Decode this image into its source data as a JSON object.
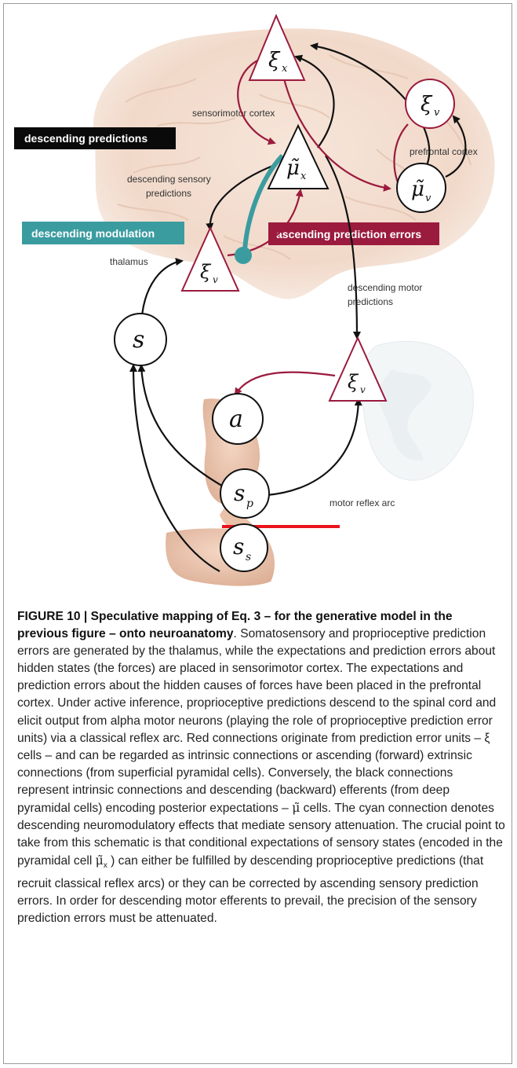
{
  "figure": {
    "boxes": {
      "descending_predictions": "descending predictions",
      "descending_modulation": "descending modulation",
      "ascending_prediction_errors": "ascending prediction errors"
    },
    "labels": {
      "sensorimotor_cortex": "sensorimotor cortex",
      "prefrontal_cortex": "prefrontal cortex",
      "descending_sensory_line1": "descending sensory",
      "descending_sensory_line2": "predictions",
      "thalamus": "thalamus",
      "descending_motor_line1": "descending motor",
      "descending_motor_line2": "predictions",
      "motor_reflex_arc": "motor reflex arc"
    },
    "nodes": {
      "xi_x": "ξ",
      "xi_x_sub": "x",
      "xi_v_prefrontal": "ξ",
      "xi_v_prefrontal_sub": "v",
      "mu_x": "μ̃",
      "mu_x_sub": "x",
      "mu_v": "μ̃",
      "mu_v_sub": "v",
      "xi_v_thalamus": "ξ",
      "xi_v_thalamus_sub": "v",
      "s": "s",
      "xi_v_spinal": "ξ",
      "xi_v_spinal_sub": "v",
      "a": "a",
      "s_p": "s",
      "s_p_sub": "p",
      "s_s": "s",
      "s_s_sub": "s"
    },
    "colors": {
      "black_box": "#0a0a0a",
      "teal": "#3b9ca0",
      "crimson": "#9b1b3e",
      "red_line": "#e8141c"
    }
  },
  "caption": {
    "bold_title": "FIGURE 10 | Speculative mapping of Eq. 3 – for the generative model in the previous figure – onto neuroanatomy",
    "body_1": ". Somatosensory and proprioceptive prediction errors are generated by the thalamus, while the expectations and prediction errors about hidden states (the forces) are placed in sensorimotor cortex. The expectations and prediction errors about the hidden causes of forces have been placed in the prefrontal cortex. Under active inference, proprioceptive predictions descend to the spinal cord and elicit output from alpha motor neurons (playing the role of proprioceptive prediction error units) via a classical reflex arc. Red connections originate from prediction error units – ξ cells – and can be regarded as intrinsic connections or ascending (forward) extrinsic connections (from superficial pyramidal cells). Conversely, the black connections represent intrinsic connections and descending (backward) efferents (from deep pyramidal cells) encoding posterior expectations – ",
    "mu_symbol": "μ̃",
    "body_2": " cells. The cyan connection denotes descending neuromodulatory effects that mediate sensory attenuation. The crucial point to take from this schematic is that conditional expectations of sensory states (encoded in the pyramidal cell ",
    "mu_x_symbol": "μ̃",
    "mu_x_sub": "x",
    "body_3": " ) can either be fulfilled by descending proprioceptive predictions (that recruit classical reflex arcs) or they can be corrected by ascending sensory prediction errors. In order for descending motor efferents to prevail, the precision of the sensory prediction errors must be attenuated."
  }
}
